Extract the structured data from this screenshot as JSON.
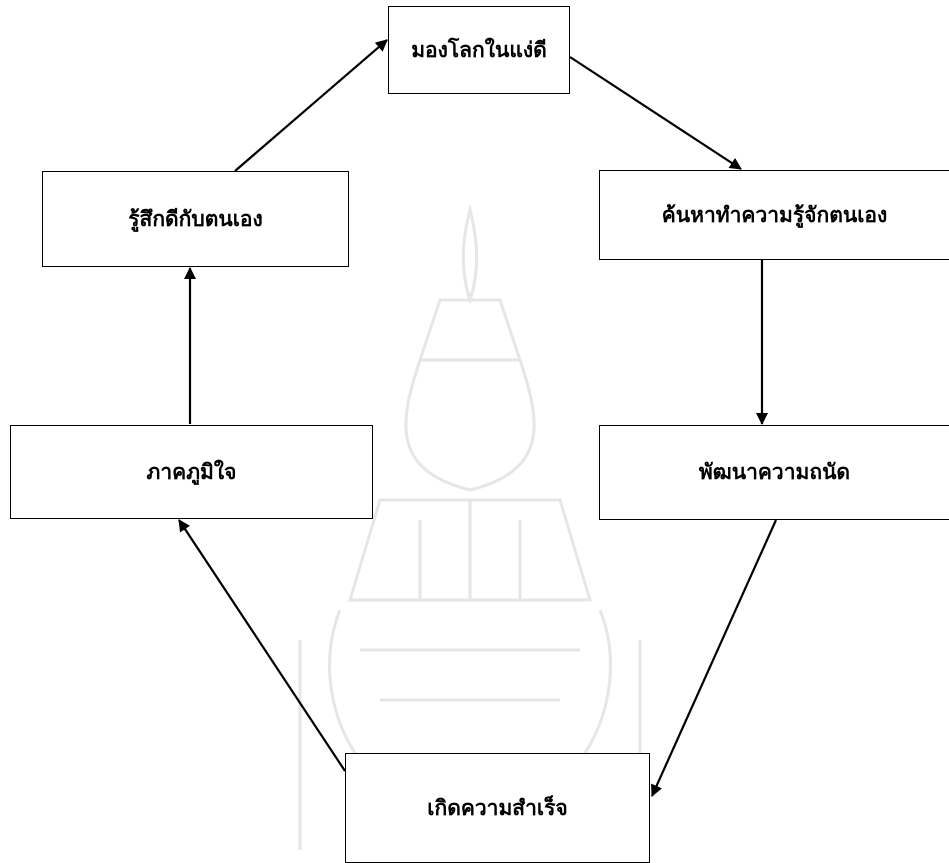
{
  "diagram": {
    "nodes": {
      "top": "มองโลกในแง่ดี",
      "left_upper": "รู้สึกดีกับตนเอง",
      "right_upper": "ค้นหาทำความรู้จักตนเอง",
      "left_lower": "ภาคภูมิใจ",
      "right_lower": "พัฒนาความถนัด",
      "bottom": "เกิดความสำเร็จ"
    },
    "edges": [
      {
        "from": "top",
        "to": "right_upper"
      },
      {
        "from": "right_upper",
        "to": "right_lower"
      },
      {
        "from": "right_lower",
        "to": "bottom"
      },
      {
        "from": "bottom",
        "to": "left_lower"
      },
      {
        "from": "left_lower",
        "to": "left_upper"
      },
      {
        "from": "left_upper",
        "to": "top"
      }
    ],
    "colors": {
      "stroke": "#000000",
      "background": "#ffffff",
      "watermark": "#e8e8e8"
    }
  }
}
